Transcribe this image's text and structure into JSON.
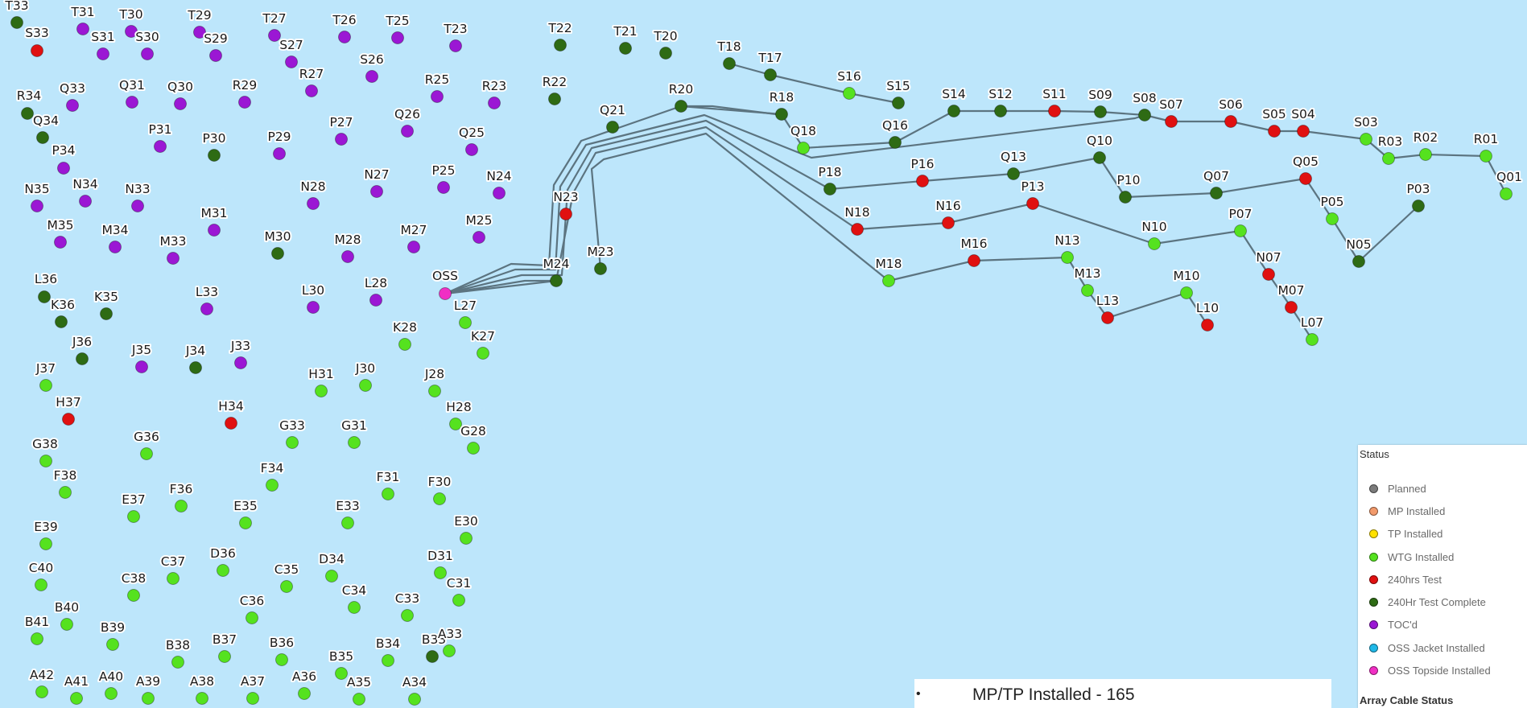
{
  "colors": {
    "sea": "#bde6fb",
    "cable": "#5c7480",
    "planned": "#7b7b7b",
    "mp_installed": "#f29a6b",
    "tp_installed": "#ffe100",
    "wtg_installed": "#55e21f",
    "test_240hrs": "#e01010",
    "test_complete": "#2e6b14",
    "tocd": "#9b17d4",
    "oss_jacket": "#1fb8e8",
    "oss_topside": "#f02fc4"
  },
  "legend": {
    "title": "Status",
    "items": [
      {
        "label": "Planned",
        "color": "#7b7b7b"
      },
      {
        "label": "MP Installed",
        "color": "#f29a6b"
      },
      {
        "label": "TP Installed",
        "color": "#ffe100"
      },
      {
        "label": "WTG Installed",
        "color": "#55e21f"
      },
      {
        "label": "240hrs Test",
        "color": "#e01010"
      },
      {
        "label": "240Hr Test Complete",
        "color": "#2e6b14"
      },
      {
        "label": "TOC'd",
        "color": "#9b17d4"
      },
      {
        "label": "OSS Jacket Installed",
        "color": "#1fb8e8"
      },
      {
        "label": "OSS Topside Installed",
        "color": "#f02fc4"
      }
    ],
    "cable_title": "Array Cable Status"
  },
  "stats": {
    "bullet": "•",
    "text": "MP/TP Installed - 165"
  },
  "turbines": [
    {
      "label": "T33",
      "status": "test_complete"
    },
    {
      "label": "S33",
      "status": "test_240hrs"
    },
    {
      "label": "T31",
      "status": "tocd"
    },
    {
      "label": "S31",
      "status": "tocd"
    },
    {
      "label": "T30",
      "status": "tocd"
    },
    {
      "label": "S30",
      "status": "tocd"
    },
    {
      "label": "T29",
      "status": "tocd"
    },
    {
      "label": "S29",
      "status": "tocd"
    },
    {
      "label": "T27",
      "status": "tocd"
    },
    {
      "label": "S27",
      "status": "tocd"
    },
    {
      "label": "T26",
      "status": "tocd"
    },
    {
      "label": "T25",
      "status": "tocd"
    },
    {
      "label": "S26",
      "status": "tocd"
    },
    {
      "label": "T23",
      "status": "tocd"
    },
    {
      "label": "R27",
      "status": "tocd"
    },
    {
      "label": "R29",
      "status": "tocd"
    },
    {
      "label": "Q31",
      "status": "tocd"
    },
    {
      "label": "Q30",
      "status": "tocd"
    },
    {
      "label": "Q33",
      "status": "tocd"
    },
    {
      "label": "R34",
      "status": "test_complete"
    },
    {
      "label": "Q34",
      "status": "test_complete"
    },
    {
      "label": "R25",
      "status": "tocd"
    },
    {
      "label": "R23",
      "status": "tocd"
    },
    {
      "label": "P34",
      "status": "tocd"
    },
    {
      "label": "P31",
      "status": "tocd"
    },
    {
      "label": "P30",
      "status": "test_complete"
    },
    {
      "label": "P29",
      "status": "tocd"
    },
    {
      "label": "P27",
      "status": "tocd"
    },
    {
      "label": "Q26",
      "status": "tocd"
    },
    {
      "label": "Q25",
      "status": "tocd"
    },
    {
      "label": "N35",
      "status": "tocd"
    },
    {
      "label": "N34",
      "status": "tocd"
    },
    {
      "label": "N33",
      "status": "tocd"
    },
    {
      "label": "N28",
      "status": "tocd"
    },
    {
      "label": "N27",
      "status": "tocd"
    },
    {
      "label": "P25",
      "status": "tocd"
    },
    {
      "label": "N24",
      "status": "tocd"
    },
    {
      "label": "M35",
      "status": "tocd"
    },
    {
      "label": "M34",
      "status": "tocd"
    },
    {
      "label": "M33",
      "status": "tocd"
    },
    {
      "label": "M31",
      "status": "tocd"
    },
    {
      "label": "M30",
      "status": "test_complete"
    },
    {
      "label": "M28",
      "status": "tocd"
    },
    {
      "label": "M27",
      "status": "tocd"
    },
    {
      "label": "M25",
      "status": "tocd"
    },
    {
      "label": "L36",
      "status": "test_complete"
    },
    {
      "label": "K36",
      "status": "test_complete"
    },
    {
      "label": "K35",
      "status": "test_complete"
    },
    {
      "label": "L33",
      "status": "tocd"
    },
    {
      "label": "L30",
      "status": "tocd"
    },
    {
      "label": "L28",
      "status": "tocd"
    },
    {
      "label": "L27",
      "status": "wtg_installed"
    },
    {
      "label": "K28",
      "status": "wtg_installed"
    },
    {
      "label": "K27",
      "status": "wtg_installed"
    },
    {
      "label": "J36",
      "status": "test_complete"
    },
    {
      "label": "J35",
      "status": "tocd"
    },
    {
      "label": "J34",
      "status": "test_complete"
    },
    {
      "label": "J33",
      "status": "tocd"
    },
    {
      "label": "J37",
      "status": "wtg_installed"
    },
    {
      "label": "H31",
      "status": "wtg_installed"
    },
    {
      "label": "J30",
      "status": "wtg_installed"
    },
    {
      "label": "J28",
      "status": "wtg_installed"
    },
    {
      "label": "H37",
      "status": "test_240hrs"
    },
    {
      "label": "H34",
      "status": "test_240hrs"
    },
    {
      "label": "H28",
      "status": "wtg_installed"
    },
    {
      "label": "G36",
      "status": "wtg_installed"
    },
    {
      "label": "G33",
      "status": "wtg_installed"
    },
    {
      "label": "G31",
      "status": "wtg_installed"
    },
    {
      "label": "G28",
      "status": "wtg_installed"
    },
    {
      "label": "G38",
      "status": "wtg_installed"
    },
    {
      "label": "F38",
      "status": "wtg_installed"
    },
    {
      "label": "F34",
      "status": "wtg_installed"
    },
    {
      "label": "F31",
      "status": "wtg_installed"
    },
    {
      "label": "F30",
      "status": "wtg_installed"
    },
    {
      "label": "E37",
      "status": "wtg_installed"
    },
    {
      "label": "F36",
      "status": "wtg_installed"
    },
    {
      "label": "E35",
      "status": "wtg_installed"
    },
    {
      "label": "E33",
      "status": "wtg_installed"
    },
    {
      "label": "E30",
      "status": "wtg_installed"
    },
    {
      "label": "E39",
      "status": "wtg_installed"
    },
    {
      "label": "D36",
      "status": "wtg_installed"
    },
    {
      "label": "D34",
      "status": "wtg_installed"
    },
    {
      "label": "D31",
      "status": "wtg_installed"
    },
    {
      "label": "C40",
      "status": "wtg_installed"
    },
    {
      "label": "C38",
      "status": "wtg_installed"
    },
    {
      "label": "C37",
      "status": "wtg_installed"
    },
    {
      "label": "C35",
      "status": "wtg_installed"
    },
    {
      "label": "C34",
      "status": "wtg_installed"
    },
    {
      "label": "C36",
      "status": "wtg_installed"
    },
    {
      "label": "C33",
      "status": "wtg_installed"
    },
    {
      "label": "C31",
      "status": "wtg_installed"
    },
    {
      "label": "B41",
      "status": "wtg_installed"
    },
    {
      "label": "B40",
      "status": "wtg_installed"
    },
    {
      "label": "B39",
      "status": "wtg_installed"
    },
    {
      "label": "B38",
      "status": "wtg_installed"
    },
    {
      "label": "B37",
      "status": "wtg_installed"
    },
    {
      "label": "B36",
      "status": "wtg_installed"
    },
    {
      "label": "B35",
      "status": "wtg_installed"
    },
    {
      "label": "B34",
      "status": "wtg_installed"
    },
    {
      "label": "B33",
      "status": "test_complete"
    },
    {
      "label": "A33",
      "status": "wtg_installed"
    },
    {
      "label": "A42",
      "status": "wtg_installed"
    },
    {
      "label": "A41",
      "status": "wtg_installed"
    },
    {
      "label": "A40",
      "status": "wtg_installed"
    },
    {
      "label": "A39",
      "status": "wtg_installed"
    },
    {
      "label": "A38",
      "status": "wtg_installed"
    },
    {
      "label": "A37",
      "status": "wtg_installed"
    },
    {
      "label": "A36",
      "status": "wtg_installed"
    },
    {
      "label": "A35",
      "status": "wtg_installed"
    },
    {
      "label": "A34",
      "status": "wtg_installed"
    },
    {
      "label": "T22",
      "status": "test_complete"
    },
    {
      "label": "T21",
      "status": "test_complete"
    },
    {
      "label": "T20",
      "status": "test_complete"
    },
    {
      "label": "R22",
      "status": "test_complete"
    },
    {
      "label": "Q21",
      "status": "test_complete"
    },
    {
      "label": "N23",
      "status": "test_240hrs"
    },
    {
      "label": "M24",
      "status": "test_complete"
    },
    {
      "label": "M23",
      "status": "test_complete"
    },
    {
      "label": "OSS",
      "status": "oss_topside"
    },
    {
      "label": "R20",
      "status": "test_complete"
    },
    {
      "label": "T18",
      "status": "test_complete"
    },
    {
      "label": "T17",
      "status": "test_complete"
    },
    {
      "label": "S16",
      "status": "wtg_installed"
    },
    {
      "label": "S15",
      "status": "test_complete"
    },
    {
      "label": "R18",
      "status": "test_complete"
    },
    {
      "label": "Q18",
      "status": "wtg_installed"
    },
    {
      "label": "Q16",
      "status": "test_complete"
    },
    {
      "label": "S14",
      "status": "test_complete"
    },
    {
      "label": "S12",
      "status": "test_complete"
    },
    {
      "label": "S11",
      "status": "test_240hrs"
    },
    {
      "label": "S09",
      "status": "test_complete"
    },
    {
      "label": "S08",
      "status": "test_complete"
    },
    {
      "label": "S07",
      "status": "test_240hrs"
    },
    {
      "label": "S06",
      "status": "test_240hrs"
    },
    {
      "label": "S05",
      "status": "test_240hrs"
    },
    {
      "label": "S04",
      "status": "test_240hrs"
    },
    {
      "label": "S03",
      "status": "wtg_installed"
    },
    {
      "label": "R03",
      "status": "wtg_installed"
    },
    {
      "label": "R02",
      "status": "wtg_installed"
    },
    {
      "label": "R01",
      "status": "wtg_installed"
    },
    {
      "label": "Q01",
      "status": "wtg_installed"
    },
    {
      "label": "P18",
      "status": "test_complete"
    },
    {
      "label": "P16",
      "status": "test_240hrs"
    },
    {
      "label": "Q13",
      "status": "test_complete"
    },
    {
      "label": "Q10",
      "status": "test_complete"
    },
    {
      "label": "P10",
      "status": "test_complete"
    },
    {
      "label": "Q07",
      "status": "test_complete"
    },
    {
      "label": "Q05",
      "status": "test_240hrs"
    },
    {
      "label": "P05",
      "status": "wtg_installed"
    },
    {
      "label": "P03",
      "status": "test_complete"
    },
    {
      "label": "N05",
      "status": "test_complete"
    },
    {
      "label": "N18",
      "status": "test_240hrs"
    },
    {
      "label": "N16",
      "status": "test_240hrs"
    },
    {
      "label": "P13",
      "status": "test_240hrs"
    },
    {
      "label": "N10",
      "status": "wtg_installed"
    },
    {
      "label": "P07",
      "status": "wtg_installed"
    },
    {
      "label": "N07",
      "status": "test_240hrs"
    },
    {
      "label": "M07",
      "status": "test_240hrs"
    },
    {
      "label": "L07",
      "status": "wtg_installed"
    },
    {
      "label": "M18",
      "status": "wtg_installed"
    },
    {
      "label": "M16",
      "status": "test_240hrs"
    },
    {
      "label": "N13",
      "status": "wtg_installed"
    },
    {
      "label": "M13",
      "status": "wtg_installed"
    },
    {
      "label": "L13",
      "status": "test_240hrs"
    },
    {
      "label": "M10",
      "status": "wtg_installed"
    },
    {
      "label": "L10",
      "status": "test_240hrs"
    }
  ]
}
